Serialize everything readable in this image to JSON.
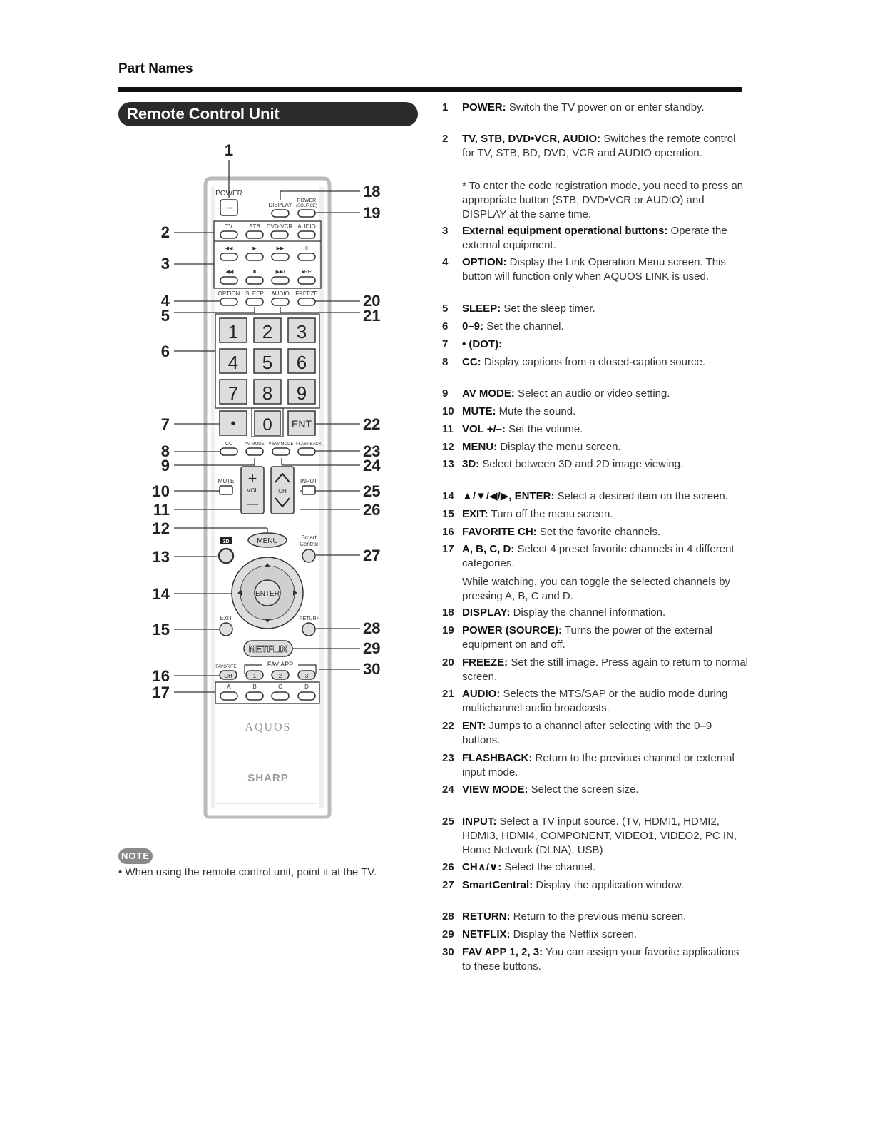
{
  "page": {
    "section_title": "Part Names",
    "banner_title": "Remote Control Unit"
  },
  "remote": {
    "labels": {
      "power": "POWER",
      "display": "DISPLAY",
      "power_source_1": "POWER",
      "power_source_2": "(SOURCE)",
      "tv": "TV",
      "stb": "STB",
      "dvdvcr": "DVD·VCR",
      "audio": "AUDIO",
      "rew": "◀◀",
      "play": "▶",
      "ff": "▶▶",
      "pause": "II",
      "skip_back": "I◀◀",
      "stop": "■",
      "skip_fwd": "▶▶I",
      "rec": "●REC",
      "option": "OPTION",
      "sleep": "SLEEP",
      "audio2": "AUDIO",
      "freeze": "FREEZE",
      "digits": [
        "1",
        "2",
        "3",
        "4",
        "5",
        "6",
        "7",
        "8",
        "9"
      ],
      "dot": "•",
      "zero": "0",
      "ent": "ENT",
      "cc": "CC",
      "avmode": "AV MODE",
      "viewmode": "VIEW MODE",
      "flashback": "FLASHBACK",
      "mute": "MUTE",
      "vol": "VOL",
      "ch": "CH",
      "input": "INPUT",
      "plus": "+",
      "minus": "—",
      "3d": "3D",
      "menu": "MENU",
      "smart1": "Smart",
      "smart2": "Central",
      "enter": "ENTER",
      "exit": "EXIT",
      "return": "RETURN",
      "netflix": "NETFLIX",
      "favorite": "FAVORITE",
      "fav_app": "FAV APP",
      "fav_ch": "CH",
      "fav1": "1",
      "fav2": "2",
      "fav3": "3",
      "a": "A",
      "b": "B",
      "c": "C",
      "d": "D",
      "aquos": "AQUOS",
      "sharp": "SHARP"
    },
    "callouts": [
      "1",
      "2",
      "3",
      "4",
      "5",
      "6",
      "7",
      "8",
      "9",
      "10",
      "11",
      "12",
      "13",
      "14",
      "15",
      "16",
      "17",
      "18",
      "19",
      "20",
      "21",
      "22",
      "23",
      "24",
      "25",
      "26",
      "27",
      "28",
      "29",
      "30"
    ]
  },
  "note": {
    "badge": "NOTE",
    "text": "• When using the remote control unit, point it at the TV."
  },
  "descriptions": [
    {
      "num": "1",
      "term": "POWER:",
      "text": " Switch the TV power on or enter standby."
    },
    {
      "num": "2",
      "term": "TV, STB, DVD•VCR, AUDIO:",
      "text": " Switches the remote control for TV, STB, BD, DVD, VCR and AUDIO operation."
    },
    {
      "num": "3",
      "term": "External equipment operational buttons:",
      "text": " Operate the external equipment."
    },
    {
      "num": "4",
      "term": "OPTION:",
      "text": " Display the Link Operation Menu screen. This button will function only when AQUOS LINK is used."
    },
    {
      "num": "5",
      "term": "SLEEP:",
      "text": " Set the sleep timer."
    },
    {
      "num": "6",
      "term": "0–9:",
      "text": " Set the channel."
    },
    {
      "num": "7",
      "term": "• (DOT):",
      "text": ""
    },
    {
      "num": "8",
      "term": "CC:",
      "text": " Display captions from a closed-caption source."
    },
    {
      "num": "9",
      "term": "AV MODE:",
      "text": " Select an audio or video setting."
    },
    {
      "num": "10",
      "term": "MUTE:",
      "text": " Mute the sound."
    },
    {
      "num": "11",
      "term": "VOL +/–:",
      "text": " Set the volume."
    },
    {
      "num": "12",
      "term": "MENU:",
      "text": " Display the menu screen."
    },
    {
      "num": "13",
      "term": "3D:",
      "text": " Select between 3D and 2D image viewing."
    },
    {
      "num": "14",
      "term": "▲/▼/◀/▶, ENTER:",
      "text": " Select a desired item on the screen."
    },
    {
      "num": "15",
      "term": "EXIT:",
      "text": " Turn off the menu screen."
    },
    {
      "num": "16",
      "term": "FAVORITE CH:",
      "text": " Set the favorite channels."
    },
    {
      "num": "17",
      "term": "A, B, C, D:",
      "text": " Select 4 preset favorite channels in 4 different categories."
    },
    {
      "num": "18",
      "term": "DISPLAY:",
      "text": " Display the channel information."
    },
    {
      "num": "19",
      "term": "POWER (SOURCE):",
      "text": " Turns the power of the external equipment on and off."
    },
    {
      "num": "20",
      "term": "FREEZE:",
      "text": " Set the still image. Press again to return to normal screen."
    },
    {
      "num": "21",
      "term": "AUDIO:",
      "text": " Selects the MTS/SAP or the audio mode during multichannel audio broadcasts."
    },
    {
      "num": "22",
      "term": "ENT:",
      "text": " Jumps to a channel after selecting with the 0–9 buttons."
    },
    {
      "num": "23",
      "term": "FLASHBACK:",
      "text": " Return to the previous channel or external input mode."
    },
    {
      "num": "24",
      "term": "VIEW MODE:",
      "text": " Select the screen size."
    },
    {
      "num": "25",
      "term": "INPUT:",
      "text": " Select a TV input source. (TV, HDMI1, HDMI2, HDMI3, HDMI4, COMPONENT, VIDEO1, VIDEO2, PC IN, Home Network (DLNA), USB)"
    },
    {
      "num": "26",
      "term": "CH∧/∨:",
      "text": " Select the channel."
    },
    {
      "num": "27",
      "term": "SmartCentral:",
      "text": " Display the application window."
    },
    {
      "num": "28",
      "term": "RETURN:",
      "text": " Return to the previous menu screen."
    },
    {
      "num": "29",
      "term": "NETFLIX:",
      "text": " Display the Netflix screen."
    },
    {
      "num": "30",
      "term": "FAV APP 1, 2, 3:",
      "text": " You can assign your favorite applications to these buttons."
    }
  ],
  "subnotes": {
    "code_reg": "* To enter the code registration mode, you need to press an appropriate button (STB, DVD•VCR or AUDIO) and DISPLAY at the same time.",
    "toggle": "While watching, you can toggle the selected channels by pressing A, B, C and D."
  }
}
